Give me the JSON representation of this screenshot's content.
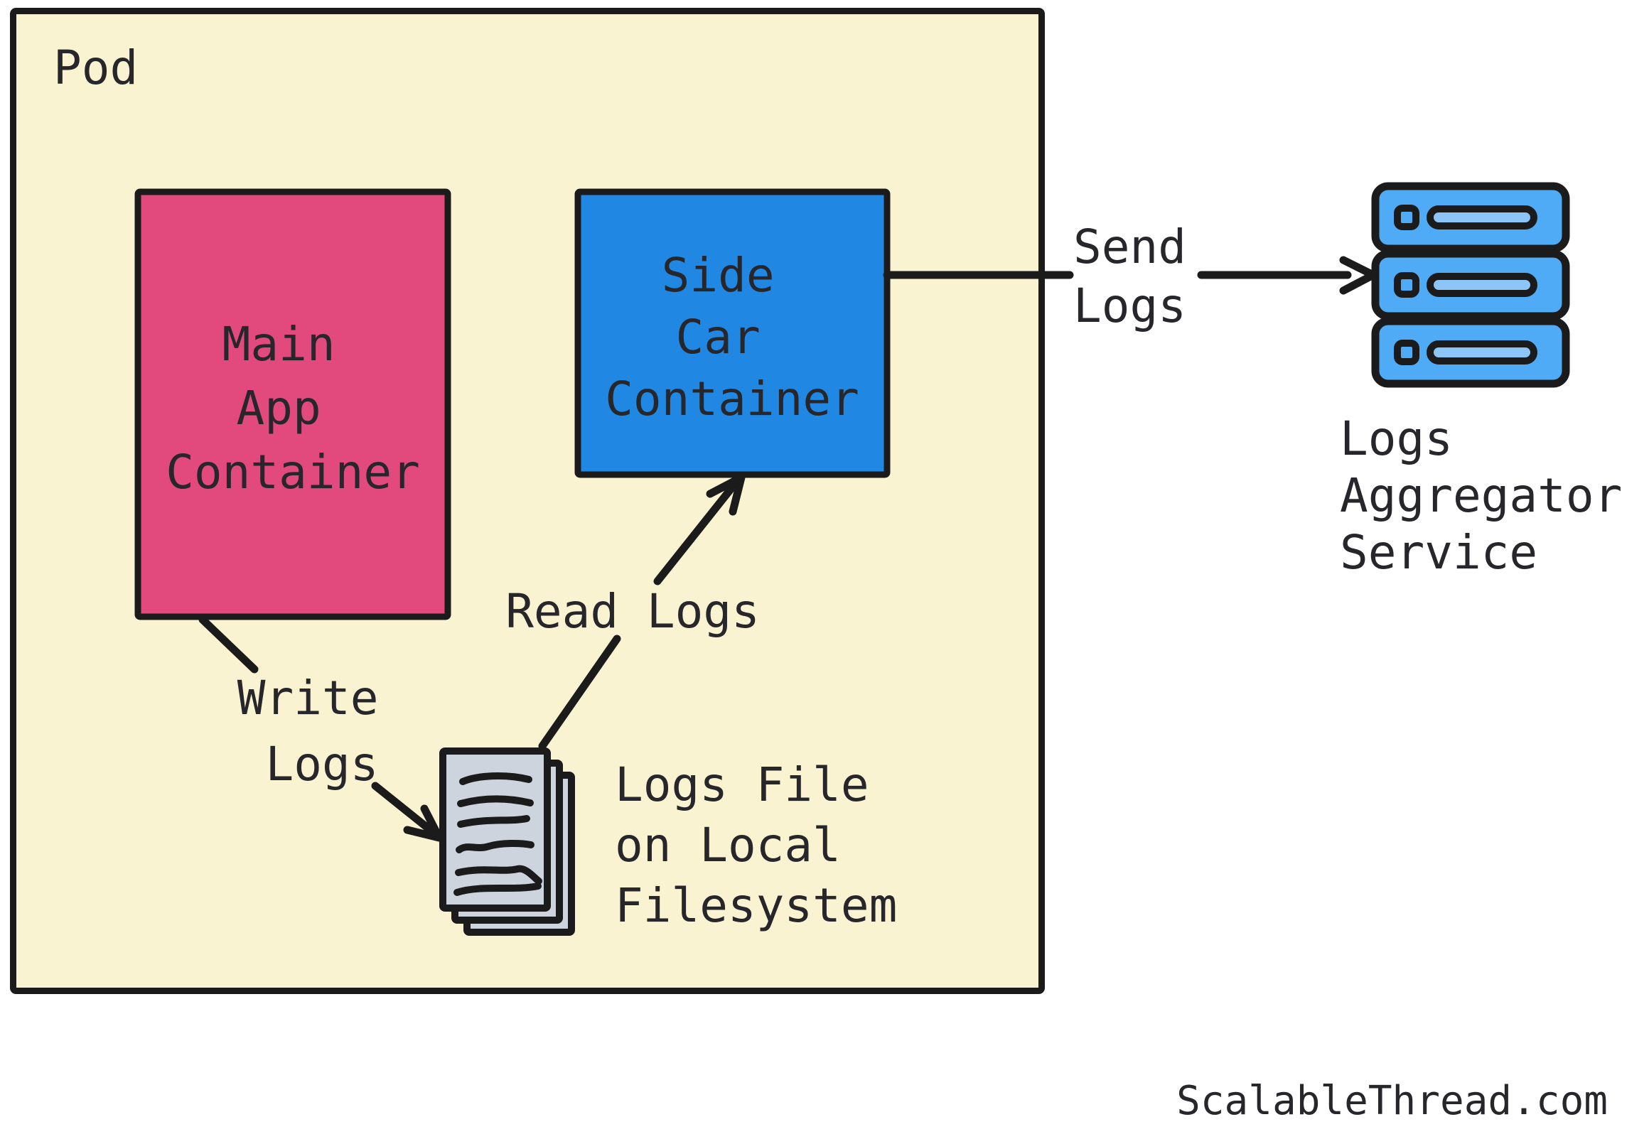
{
  "colors": {
    "canvas_bg": "#ffffff",
    "pod_bg": "#FAF3D2",
    "main_container_bg": "#E2497D",
    "sidecar_bg": "#2088E2",
    "server_bg": "#4FABF5",
    "server_slot": "#8CC5F7",
    "page_bg": "#CED4DE",
    "line": "#1b1b1b",
    "text": "#26262b"
  },
  "diagram": {
    "pod": {
      "label": "Pod",
      "main_container": {
        "lines": [
          "Main",
          "App",
          "Container"
        ]
      },
      "sidecar_container": {
        "lines": [
          "Side",
          "Car",
          "Container"
        ]
      },
      "write_logs": {
        "lines": [
          "Write",
          "Logs"
        ]
      },
      "read_logs": {
        "label": "Read Logs"
      },
      "logs_file": {
        "lines": [
          "Logs File",
          "on Local",
          "Filesystem"
        ],
        "icon": "logs-file-icon"
      }
    },
    "send_logs": {
      "lines": [
        "Send",
        "Logs"
      ]
    },
    "aggregator": {
      "lines": [
        "Logs",
        "Aggregator",
        "Service"
      ],
      "icon": "server-stack-icon"
    }
  },
  "footer": {
    "watermark": "ScalableThread.com"
  }
}
